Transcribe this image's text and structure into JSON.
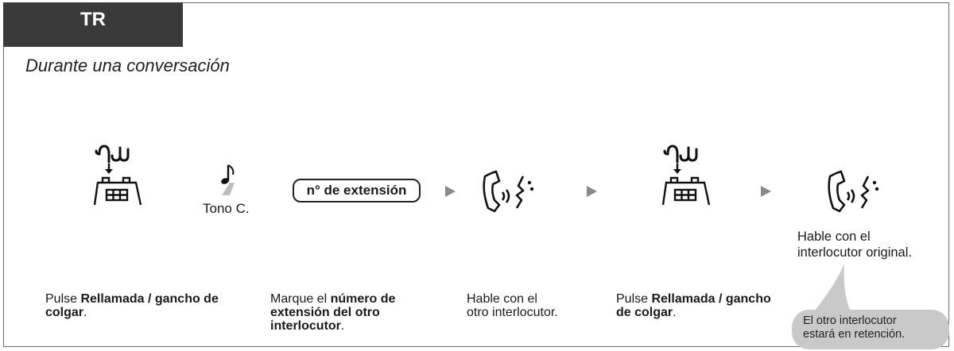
{
  "tab": {
    "label": "TR"
  },
  "subtitle": "Durante una conversación",
  "steps": {
    "flash": {
      "pre": "Pulse ",
      "bold": "Rellamada / gancho de colgar",
      "post": "."
    },
    "tone": {
      "label": "Tono C."
    },
    "extension": {
      "box_label": "n° de extensión",
      "pre": "Marque el ",
      "bold": "número de extensión del otro interlocutor",
      "post": "."
    },
    "talk": {
      "line1": "Hable con el",
      "line2": "otro interlocutor."
    },
    "flash2": {
      "pre": "Pulse ",
      "bold": "Rellamada / gancho de colgar",
      "post": "."
    },
    "talk_original": {
      "line1": "Hable con el",
      "line2": "interlocutor original."
    },
    "callout": {
      "line1": "El otro interlocutor",
      "line2": "estará en retención."
    }
  },
  "icons": {
    "hookswitch": "hookswitch-flash-icon",
    "tone": "music-note-icon",
    "talk": "handset-talk-icon",
    "arrow": "triangle-right-icon"
  },
  "colors": {
    "tab_bg": "#3a3a3a",
    "arrow": "#8a8a8a",
    "callout_bg": "#c9c9c9"
  }
}
